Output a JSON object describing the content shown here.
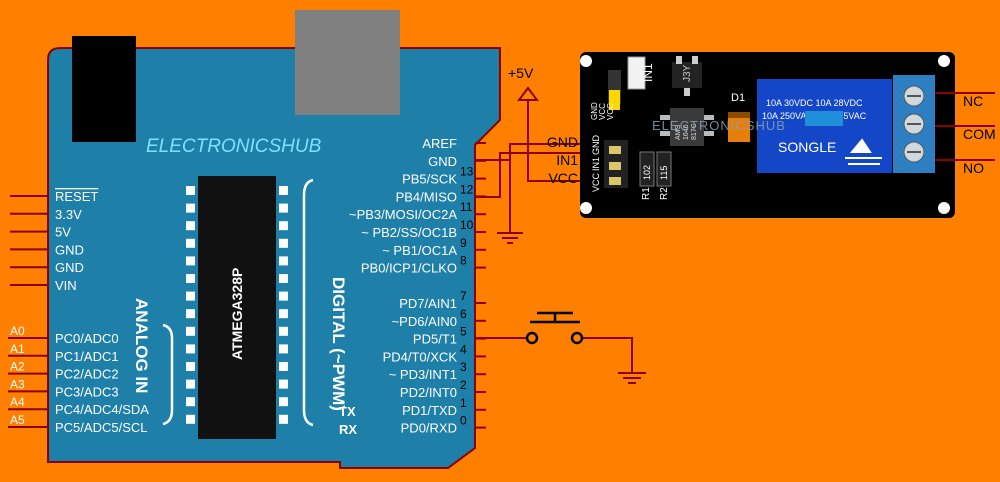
{
  "colors": {
    "background": "#FF8000",
    "board": "#1E7FA8",
    "wire": "#8B0000",
    "chip": "#111111",
    "relay_board": "#000000",
    "relay_blue": "#1446C8",
    "terminal_blue": "#2D7FC1"
  },
  "board": {
    "brand": "ELECTRONICSHUB",
    "chip_label": "ATMEGA328P",
    "digital_title": "DIGITAL (~PWM)",
    "analog_title": "ANALOG IN",
    "tx_label": "TX",
    "rx_label": "RX",
    "power_pins": [
      "RESET",
      "3.3V",
      "5V",
      "GND",
      "GND",
      "VIN"
    ],
    "analog_pins": [
      {
        "pin": "A0",
        "name": "PC0/ADC0"
      },
      {
        "pin": "A1",
        "name": "PC1/ADC1"
      },
      {
        "pin": "A2",
        "name": "PC2/ADC2"
      },
      {
        "pin": "A3",
        "name": "PC3/ADC3"
      },
      {
        "pin": "A4",
        "name": "PC4/ADC4/SDA"
      },
      {
        "pin": "A5",
        "name": "PC5/ADC5/SCL"
      }
    ],
    "top_pins": [
      {
        "name": "AREF",
        "num": ""
      },
      {
        "name": "GND",
        "num": ""
      },
      {
        "name": "PB5/SCK",
        "num": "13"
      },
      {
        "name": "PB4/MISO",
        "num": "12"
      },
      {
        "name": "~PB3/MOSI/OC2A",
        "num": "11"
      },
      {
        "name": "~ PB2/SS/OC1B",
        "num": "10"
      },
      {
        "name": "~ PB1/OC1A",
        "num": "9"
      },
      {
        "name": "PB0/ICP1/CLKO",
        "num": "8"
      }
    ],
    "bottom_pins": [
      {
        "name": "PD7/AIN1",
        "num": "7"
      },
      {
        "name": "~PD6/AIN0",
        "num": "6"
      },
      {
        "name": "PD5/T1",
        "num": "5"
      },
      {
        "name": "PD4/T0/XCK",
        "num": "4"
      },
      {
        "name": "~ PD3/INT1",
        "num": "3"
      },
      {
        "name": "PD2/INT0",
        "num": "2"
      },
      {
        "name": "PD1/TXD",
        "num": "1"
      },
      {
        "name": "PD0/RXD",
        "num": "0"
      }
    ]
  },
  "supply_label": "+5V",
  "relay": {
    "input_pins": [
      "GND",
      "IN1",
      "VCC"
    ],
    "output_pins": [
      "NC",
      "COM",
      "NO"
    ],
    "in_label": "IN1",
    "transistor_label": "J3Y",
    "diode_label": "D1",
    "r1_label": "R1",
    "r2_label": "R2",
    "r1_value": "102",
    "r2_value": "115",
    "jumper_labels": [
      "GND",
      "VCC",
      "VCC"
    ],
    "header_labels": [
      "GND",
      "IN1",
      "VCC"
    ],
    "ic_text": [
      "AMS",
      "1646",
      "817C"
    ],
    "watermark": "ELECTRONICSHUB",
    "relay_ratings": [
      "10A  30VDC   10A 28VDC",
      "10A  250VAC   10A 125VAC"
    ],
    "relay_brand": "SONGLE"
  }
}
